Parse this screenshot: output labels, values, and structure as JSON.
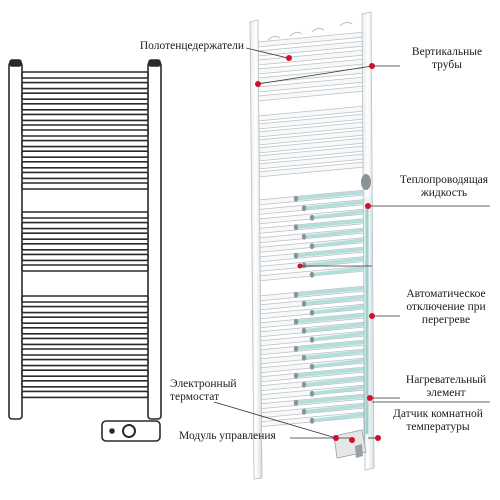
{
  "labels": {
    "towel_holders": "Полотенцедержатели",
    "vertical_pipes_1": "Вертикальные",
    "vertical_pipes_2": "трубы",
    "heat_fluid_1": "Теплопроводящая",
    "heat_fluid_2": "жидкость",
    "auto_off_1": "Автоматическое",
    "auto_off_2": "отключение при",
    "auto_off_3": "перегреве",
    "heating_element_1": "Нагревательный",
    "heating_element_2": "элемент",
    "thermostat_1": "Электронный",
    "thermostat_2": "термостат",
    "control_module": "Модуль управления",
    "room_sensor_1": "Датчик комнатной",
    "room_sensor_2": "температуры"
  },
  "colors": {
    "frame": "#2a2a2a",
    "fluid": "#a9dcd8",
    "pointer_dot": "#d0112b",
    "leader": "#333333"
  }
}
